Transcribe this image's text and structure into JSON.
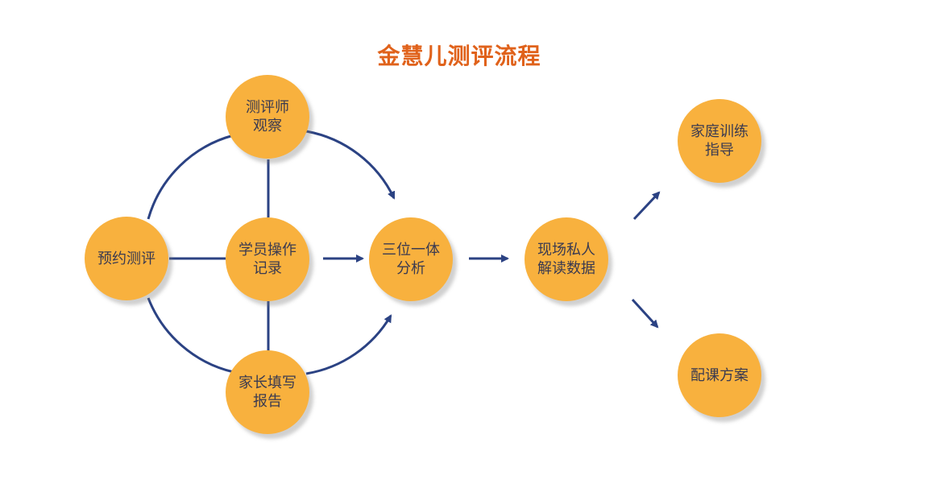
{
  "title": "金慧儿测评流程",
  "colors": {
    "title": "#e0621b",
    "node_fill": "#f8b13e",
    "node_text": "#3a3a50",
    "line": "#2b4283"
  },
  "nodes": [
    {
      "id": "reserve",
      "label": "预约测评"
    },
    {
      "id": "observer",
      "label": "测评师观察"
    },
    {
      "id": "record",
      "label": "学员操作记录"
    },
    {
      "id": "parent",
      "label": "家长填写报告"
    },
    {
      "id": "analysis",
      "label": "三位一体分析"
    },
    {
      "id": "interpret",
      "label": "现场私人解读数据"
    },
    {
      "id": "family",
      "label": "家庭训练指导"
    },
    {
      "id": "course",
      "label": "配课方案"
    }
  ]
}
